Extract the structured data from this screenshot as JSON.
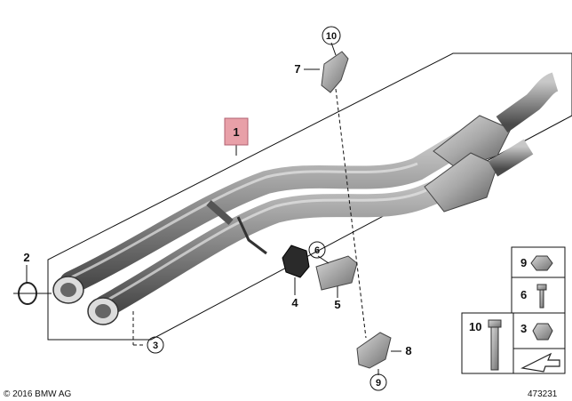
{
  "callouts": {
    "c1": "1",
    "c2": "2",
    "c3": "3",
    "c4": "4",
    "c5": "5",
    "c6": "6",
    "c7": "7",
    "c8": "8",
    "c9": "9",
    "c10": "10"
  },
  "legend": {
    "item9": "9",
    "item6": "6",
    "item10": "10",
    "item3": "3"
  },
  "footer": {
    "copyright": "© 2016 BMW AG",
    "diagram_number": "473231"
  },
  "colors": {
    "callout_box": "#e8a0a8",
    "pipe": "#8a8a8a"
  }
}
